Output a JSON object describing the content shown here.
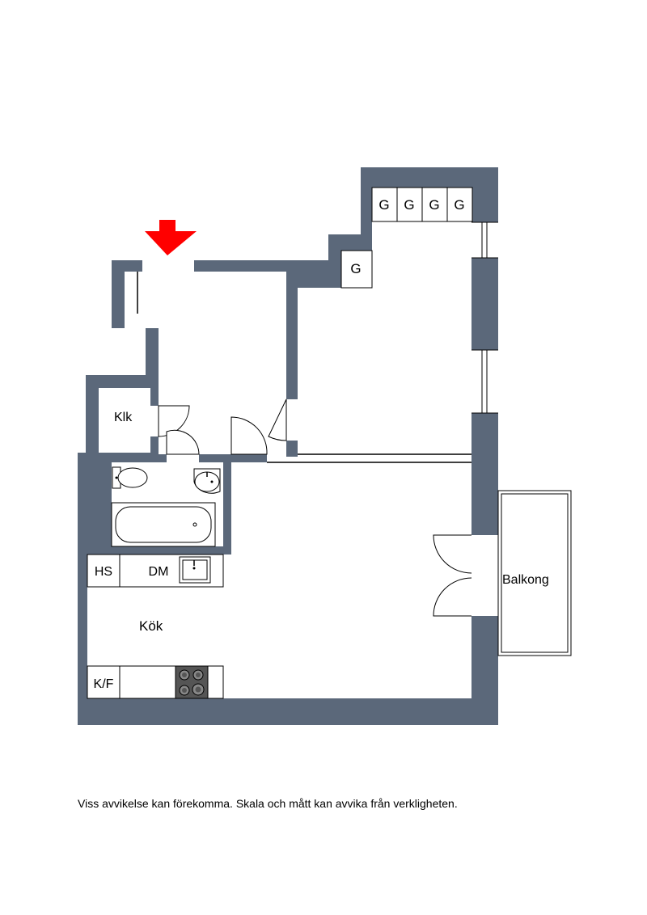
{
  "colors": {
    "wall": "#5b687a",
    "floor": "#ffffff",
    "line": "#000000",
    "entrance_arrow": "#ff0000",
    "fixture": "#e8e8e8",
    "stove": "#555555"
  },
  "rooms": {
    "closet": "Klk",
    "kitchen": "Kök",
    "balcony": "Balkong"
  },
  "appliances": {
    "hs": "HS",
    "dm": "DM",
    "kf": "K/F"
  },
  "wardrobe_label": "G",
  "disclaimer": "Viss avvikelse kan förekomma. Skala och mått kan avvika från verkligheten."
}
